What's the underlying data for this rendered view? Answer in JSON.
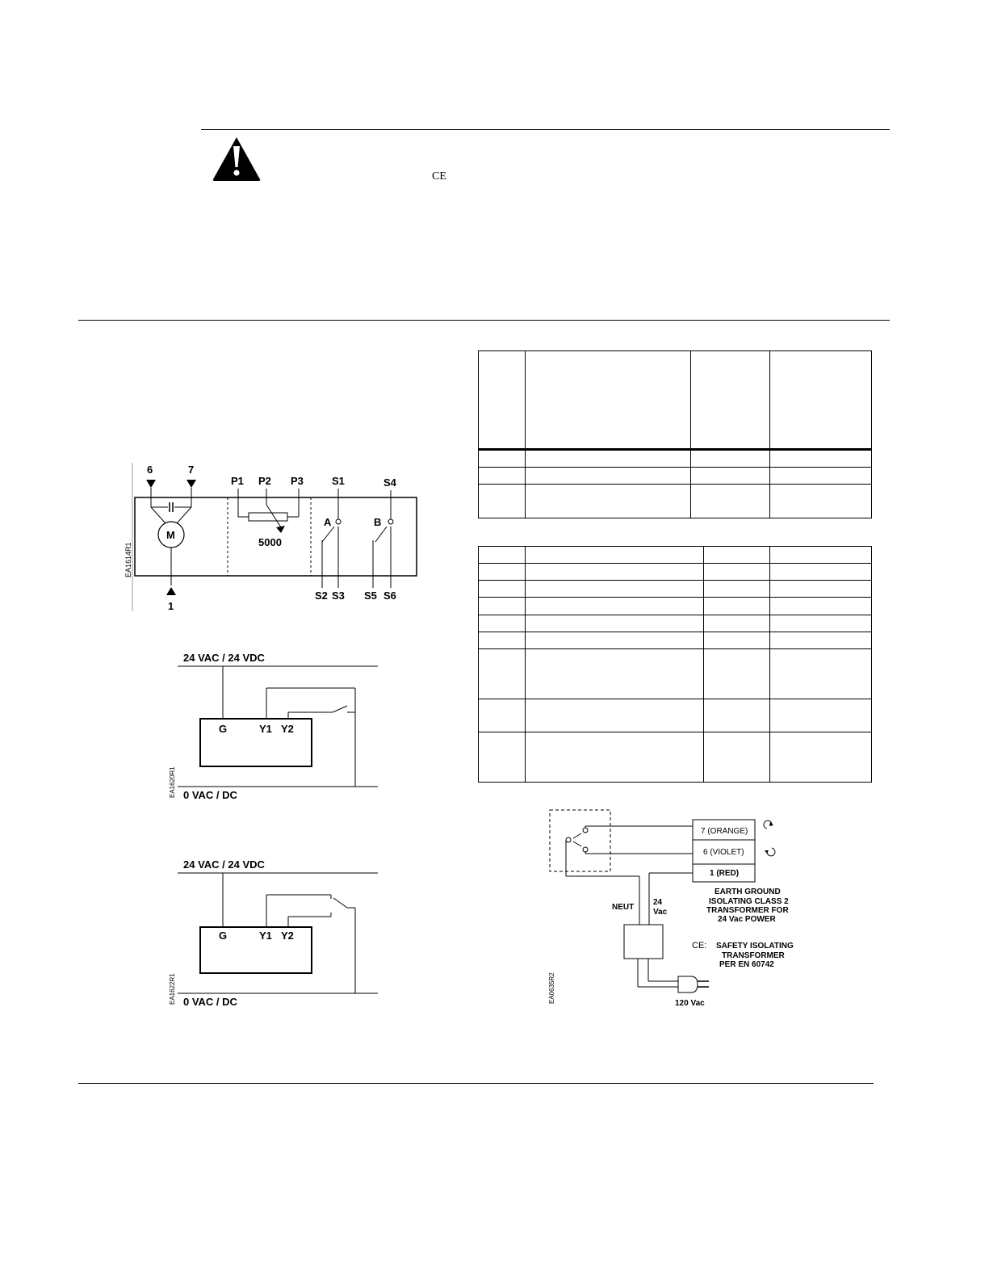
{
  "warning": {
    "icon": "warning-triangle-icon",
    "ce_mark": "CE"
  },
  "motor_diagram": {
    "terminals": {
      "t6": "6",
      "t7": "7",
      "t1": "1",
      "motor": "M",
      "p1": "P1",
      "p2": "P2",
      "p3": "P3",
      "pot_value": "5000",
      "s1": "S1",
      "s2": "S2",
      "s3": "S3",
      "switch_a": "A",
      "s4": "S4",
      "s5": "S5",
      "s6": "S6",
      "switch_b": "B"
    },
    "code": "EA1614R1"
  },
  "wiring_diagram_1": {
    "supply": "24 VAC / 24 VDC",
    "ground": "0 VAC / DC",
    "terminal_g": "G",
    "terminal_y1": "Y1",
    "terminal_y2": "Y2",
    "code": "EA1620R1"
  },
  "wiring_diagram_2": {
    "supply": "24 VAC / 24 VDC",
    "ground": "0 VAC / DC",
    "terminal_g": "G",
    "terminal_y1": "Y1",
    "terminal_y2": "Y2",
    "code": "EA1622R1"
  },
  "tables": {
    "table_1_rows": 3,
    "table_2_rows": 8
  },
  "transformer_diagram": {
    "wire_7": "7 (ORANGE)",
    "wire_6": "6 (VIOLET)",
    "wire_1": "1 (RED)",
    "neut": "NEUT",
    "vac24_line1": "24",
    "vac24_line2": "Vac",
    "note_1_line1": "EARTH GROUND",
    "note_1_line2": "ISOLATING CLASS 2",
    "note_1_line3": "TRANSFORMER FOR",
    "note_1_line4": "24 Vac POWER",
    "ce_prefix": "CE:",
    "note_2_line1": "SAFETY ISOLATING",
    "note_2_line2": "TRANSFORMER",
    "note_2_line3": "PER EN 60742",
    "plug_label": "120 Vac",
    "code": "EA0635R2"
  }
}
